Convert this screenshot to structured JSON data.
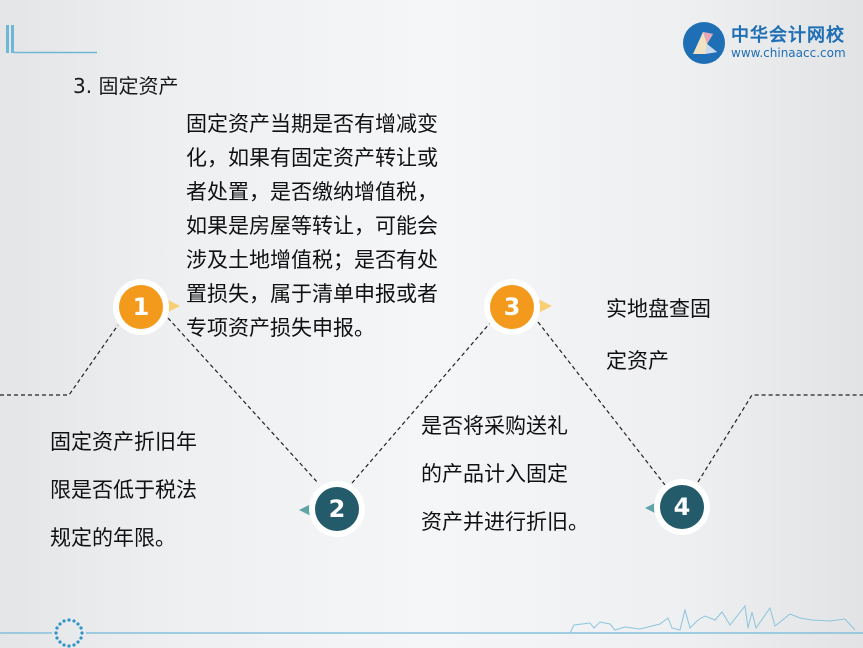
{
  "header": {
    "section_title": "3. 固定资产",
    "logo": {
      "name_cn": "中华会计网校",
      "url_text": "www.chinaacc.com",
      "icon": "chinaacc-logo-icon"
    }
  },
  "steps": [
    {
      "number": "1",
      "color": "#f39a1c",
      "pointer_color": "#f8cf74",
      "text_lines": [
        "固定资产当期是否有增减变",
        "化，如果有固定资产转让或",
        "者处置，是否缴纳增值税，",
        "如果是房屋等转让，可能会",
        "涉及土地增值税；是否有处",
        "置损失，属于清单申报或者",
        "专项资产损失申报。"
      ]
    },
    {
      "number": "2",
      "color": "#235b6a",
      "pointer_color": "#5ea3a6",
      "text_lines": [
        "固定资产折旧年",
        "限是否低于税法",
        "规定的年限。"
      ]
    },
    {
      "number": "3",
      "color": "#f39a1c",
      "pointer_color": "#f8cf74",
      "text_lines": [
        "实地盘查固",
        "定资产"
      ]
    },
    {
      "number": "4",
      "color": "#235b6a",
      "pointer_color": "#5ea3a6",
      "text_lines": [
        "是否将采购送礼",
        "的产品计入固定",
        "资产并进行折旧。"
      ]
    }
  ],
  "colors": {
    "accent_blue": "#5aaed0",
    "orange": "#f39a1c",
    "teal": "#235b6a"
  }
}
